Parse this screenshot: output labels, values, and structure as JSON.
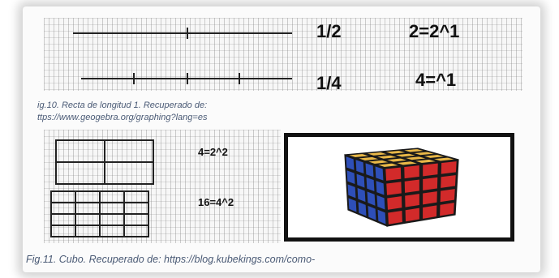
{
  "fig10": {
    "row1_fraction": "1/2",
    "row1_power": "2=2^1",
    "row2_fraction": "1/4",
    "row2_power": "4=^1",
    "caption_line1": "ig.10. Recta de longitud 1. Recuperado de:",
    "caption_line2": "ttps://www.geogebra.org/graphing?lang=es"
  },
  "squares": {
    "label_top": "4=2^2",
    "label_bottom": "16=4^2"
  },
  "fig11": {
    "caption": "Fig.11.  Cubo. Recuperado de: https://blog.kubekings.com/como-"
  },
  "cube_face_colors": {
    "top": "#e9b847",
    "left": "#2e4fb8",
    "right": "#d22a2a",
    "sticker_border": "#1a1a1a"
  }
}
